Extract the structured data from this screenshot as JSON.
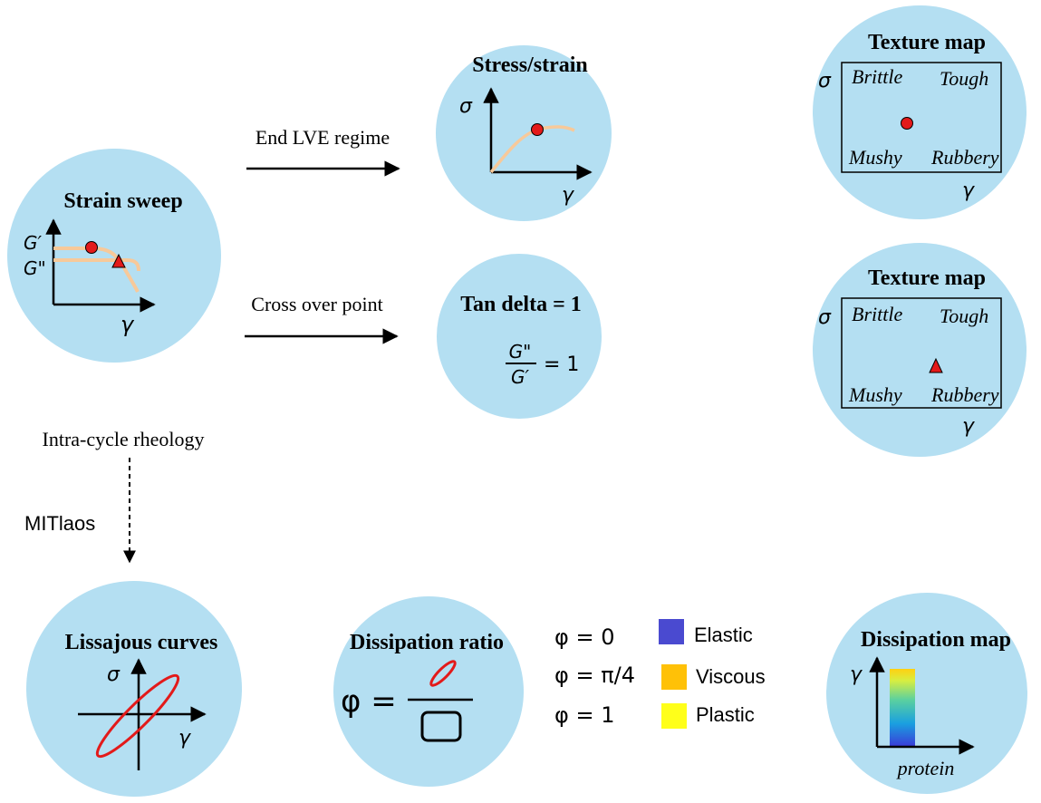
{
  "colors": {
    "circle": "#b4dff2",
    "curve": "#f7c99a",
    "marker": "#e31a1a",
    "elastic": "#4a4ad0",
    "viscous": "#ffc107",
    "plastic": "#ffff1a"
  },
  "strain_sweep": {
    "title": "Strain sweep",
    "g_prime": "G′",
    "g_double": "G\"",
    "x_axis": "γ"
  },
  "stress_strain": {
    "title": "Stress/strain",
    "y_axis": "σ",
    "x_axis": "γ"
  },
  "tan_delta": {
    "title": "Tan delta = 1",
    "numerator": "G\"",
    "denominator": "G′",
    "equals": "= 1"
  },
  "arrows": {
    "end_lve": "End LVE regime",
    "cross_over": "Cross over point"
  },
  "texture_map_top": {
    "title": "Texture map",
    "y_axis": "σ",
    "x_axis": "γ",
    "quadrants": {
      "top_left": "Brittle",
      "top_right": "Tough",
      "bottom_left": "Mushy",
      "bottom_right": "Rubbery"
    }
  },
  "texture_map_bottom": {
    "title": "Texture map",
    "y_axis": "σ",
    "x_axis": "γ",
    "quadrants": {
      "top_left": "Brittle",
      "top_right": "Tough",
      "bottom_left": "Mushy",
      "bottom_right": "Rubbery"
    }
  },
  "intra_cycle": {
    "label": "Intra-cycle rheology",
    "method": "MITlaos"
  },
  "lissajous": {
    "title": "Lissajous curves",
    "y_axis": "σ",
    "x_axis": "γ"
  },
  "dissipation_ratio": {
    "title": "Dissipation ratio",
    "phi": "φ ="
  },
  "legend": [
    {
      "condition": "φ = 0",
      "label": "Elastic",
      "color_key": "elastic"
    },
    {
      "condition": "φ = π/4",
      "label": "Viscous",
      "color_key": "viscous"
    },
    {
      "condition": "φ = 1",
      "label": "Plastic",
      "color_key": "plastic"
    }
  ],
  "dissipation_map": {
    "title": "Dissipation map",
    "y_axis": "γ",
    "x_axis": "protein"
  }
}
